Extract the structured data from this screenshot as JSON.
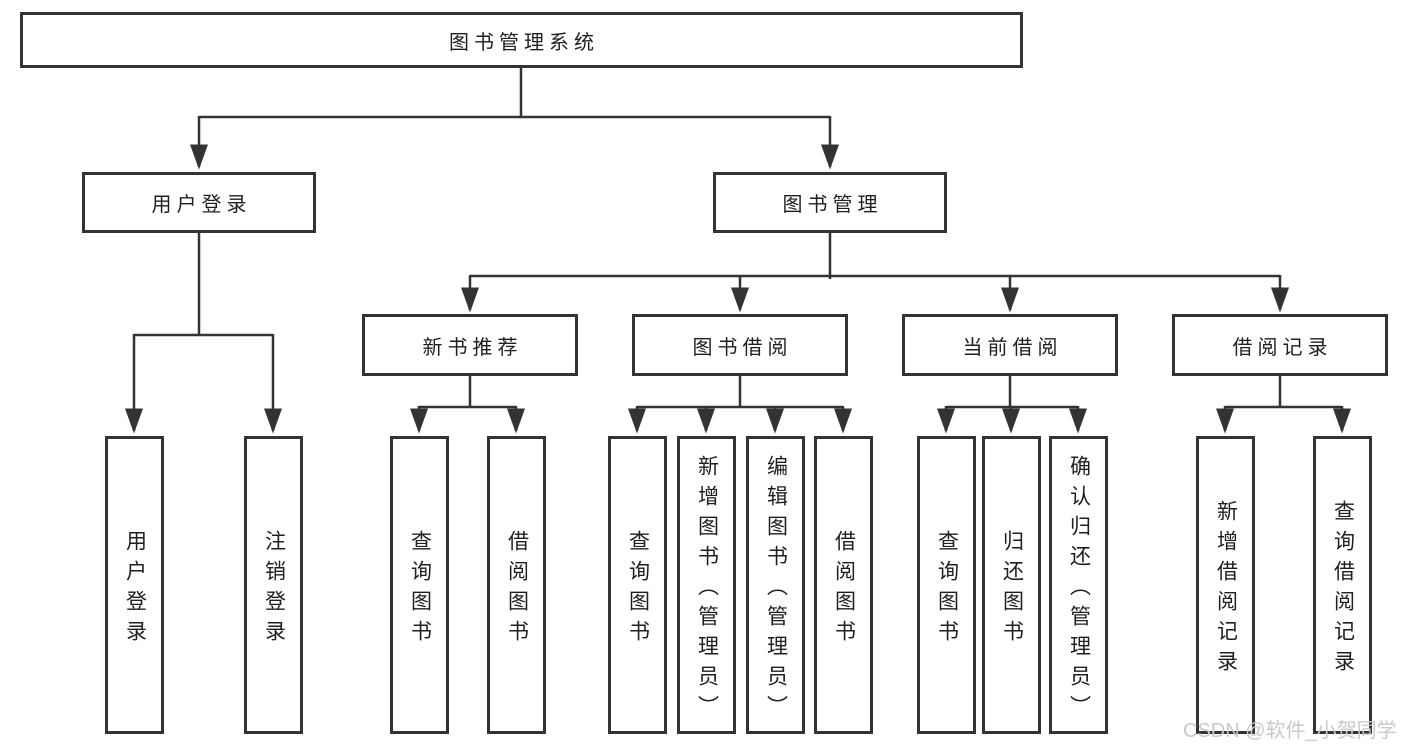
{
  "diagram_title": "图书管理系统",
  "nodes": {
    "root": "图书管理系统",
    "user_login": "用户登录",
    "book_mgmt": "图书管理",
    "new_book_rec": "新书推荐",
    "book_borrow": "图书借阅",
    "current_borrow": "当前借阅",
    "borrow_record": "借阅记录",
    "ul_user_login": "用户登录",
    "ul_logout": "注销登录",
    "nb_query_book": "查询图书",
    "nb_borrow_book": "借阅图书",
    "bb_query_book": "查询图书",
    "bb_add_book": "新增图书（管理员）",
    "bb_edit_book": "编辑图书（管理员）",
    "bb_borrow_book": "借阅图书",
    "cb_query_book": "查询图书",
    "cb_return_book": "归还图书",
    "cb_confirm_return": "确认归还（管理员）",
    "br_add_record": "新增借阅记录",
    "br_query_record": "查询借阅记录"
  },
  "watermark": "CSDN @软件_小贺同学",
  "colors": {
    "line": "#333333",
    "box_border": "#333333",
    "box_fill": "#ffffff",
    "text": "#1f1f1f",
    "watermark": "#c9c9c9",
    "background": "#ffffff"
  }
}
